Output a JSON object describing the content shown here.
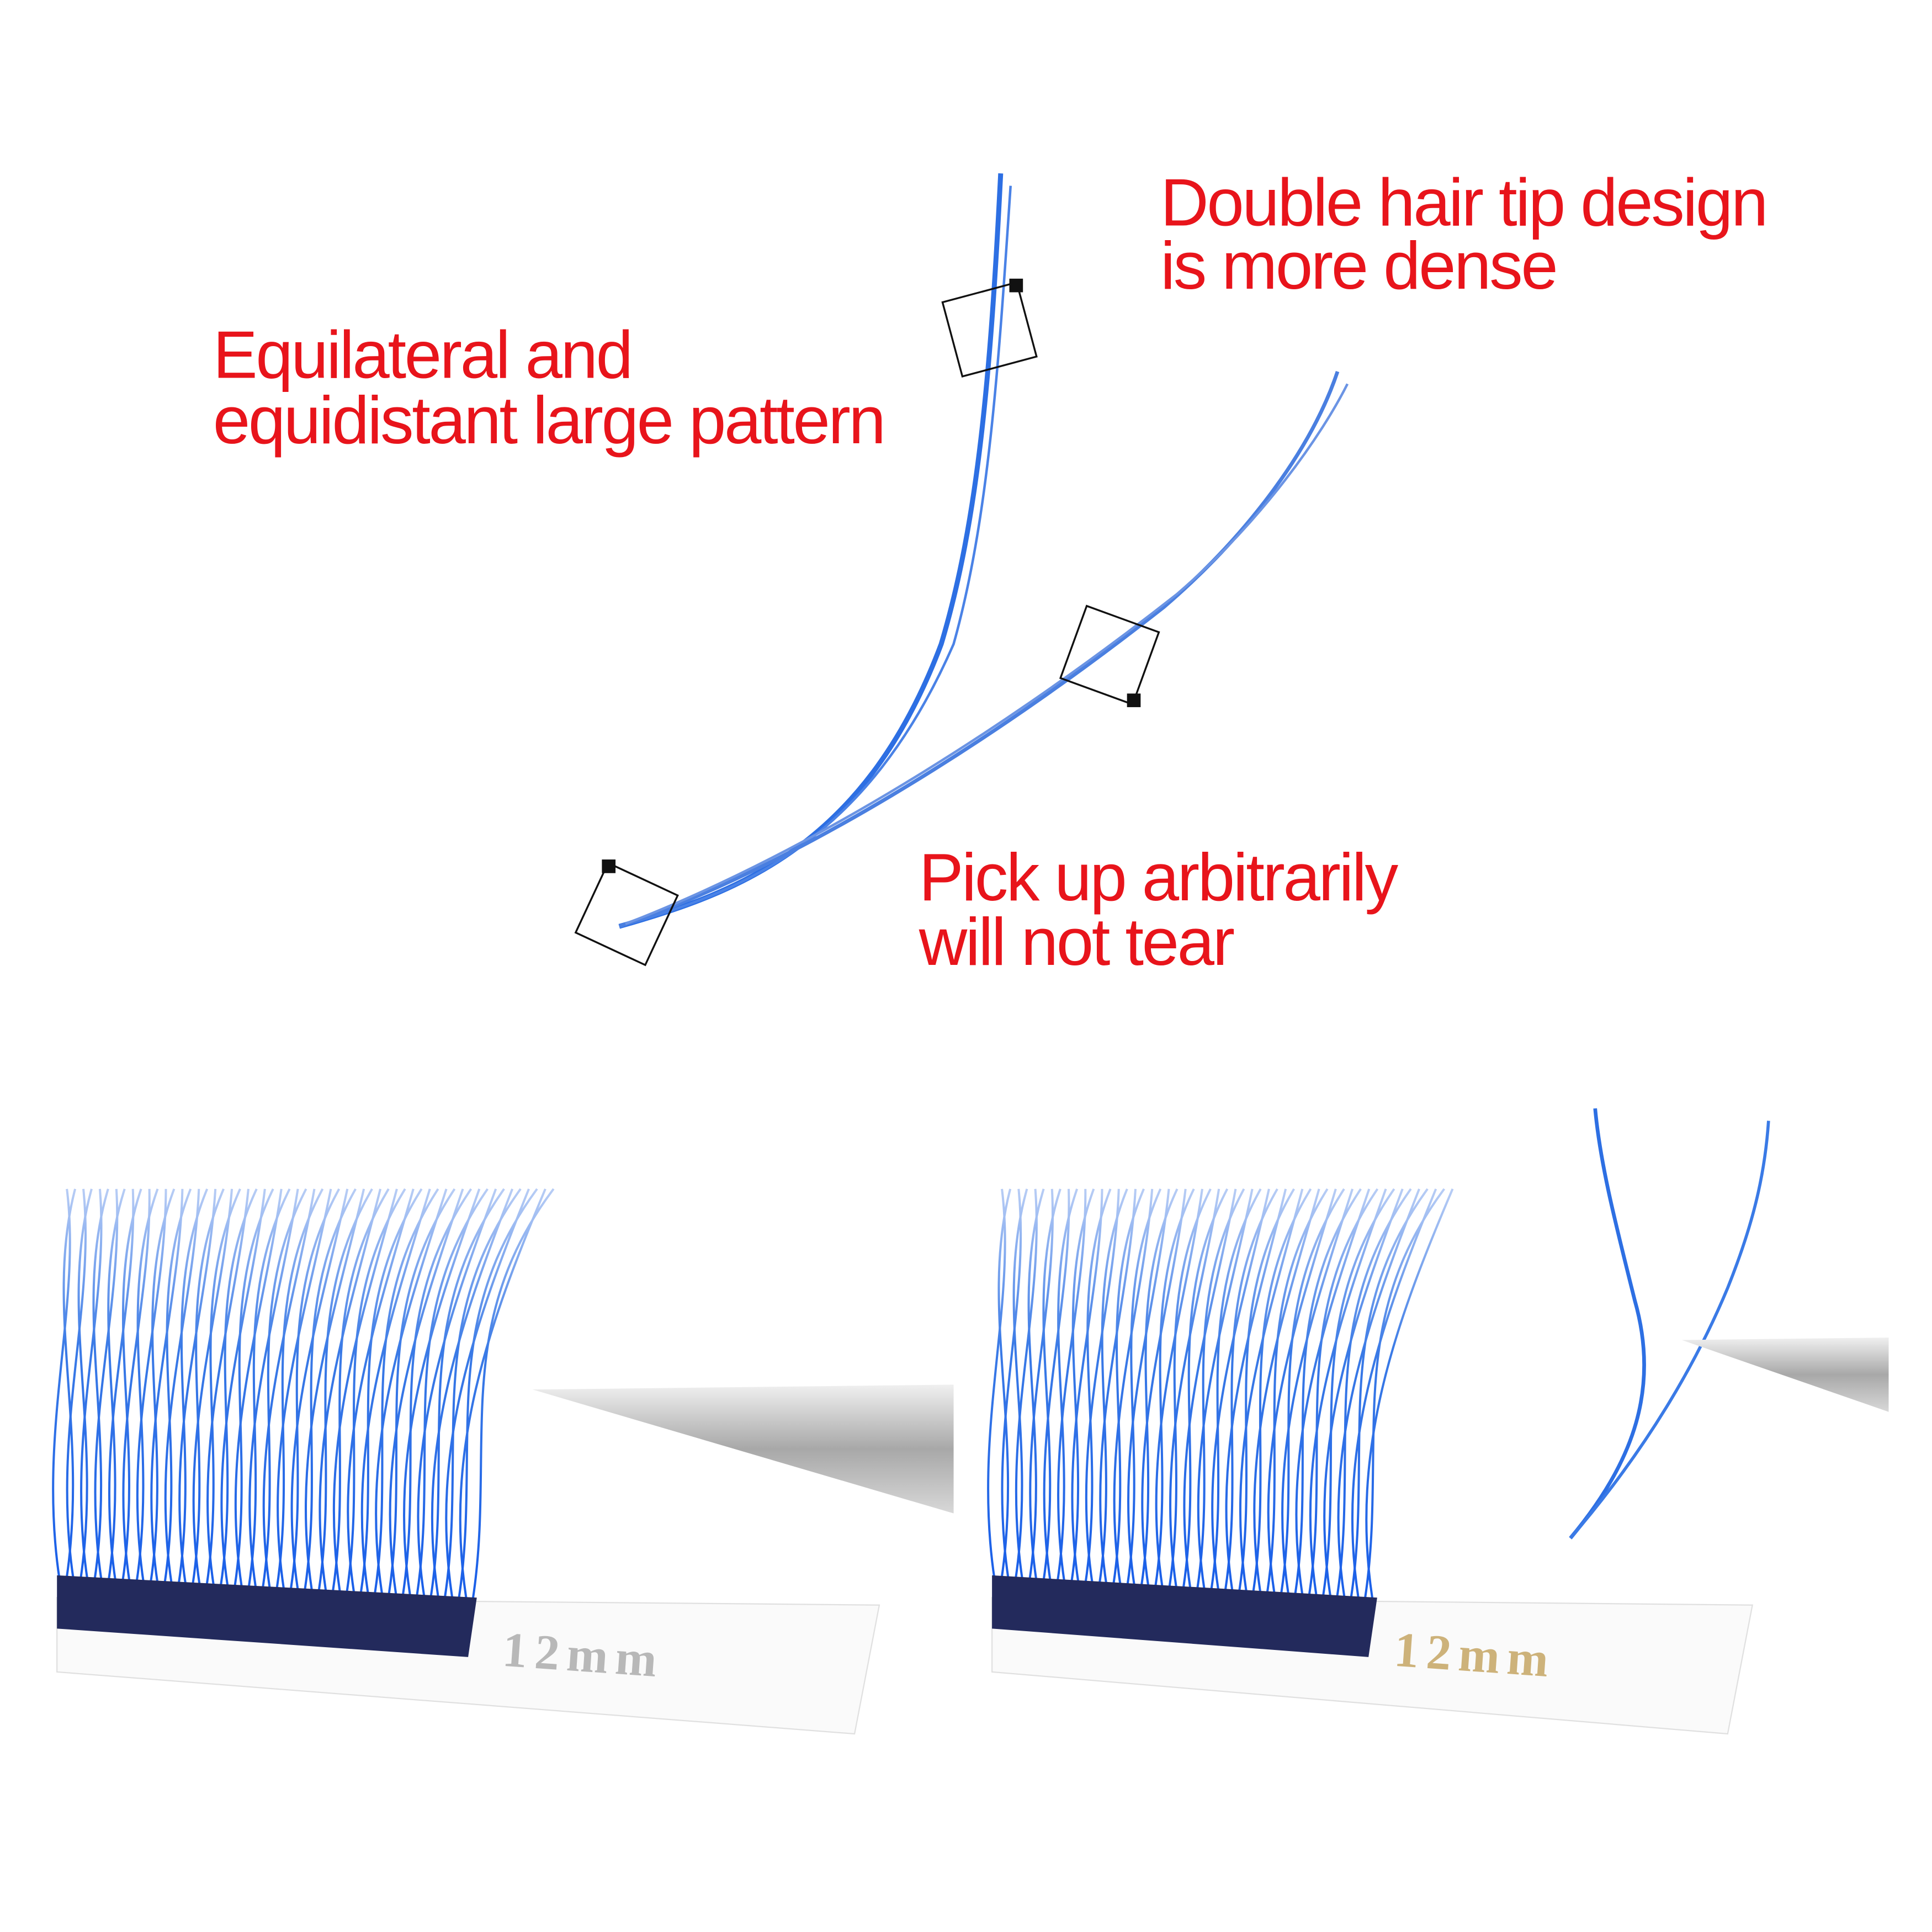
{
  "captions": {
    "double_tip": [
      "Double hair tip design",
      "is more dense"
    ],
    "equilateral": [
      "Equilateral and",
      "equidistant large pattern"
    ],
    "pick_up": [
      "Pick up arbitrarily",
      "will not tear"
    ]
  },
  "panels": {
    "left_label": "12mm",
    "right_label": "12mm"
  },
  "colors": {
    "caption": "#e8141b",
    "lash_blue": "#1f63e0",
    "lash_base": "#232a5c"
  }
}
